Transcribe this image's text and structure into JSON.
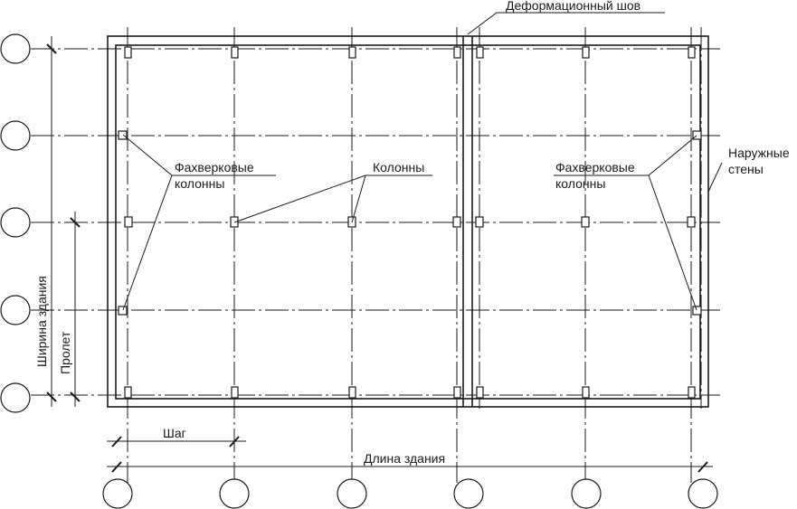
{
  "labels": {
    "expansion_joint": "Деформационный шов",
    "outer_walls_line1": "Наружные",
    "outer_walls_line2": "стены",
    "columns": "Колонны",
    "fachwerk_left_line1": "Фахверковые",
    "fachwerk_left_line2": "колонны",
    "fachwerk_right_line1": "Фахверковые",
    "fachwerk_right_line2": "колонны",
    "building_width": "Ширина здания",
    "span": "Пролет",
    "pitch": "Шаг",
    "building_length": "Длина здания"
  },
  "colors": {
    "ink": "#1a1a1a",
    "background": "#ffffff"
  }
}
